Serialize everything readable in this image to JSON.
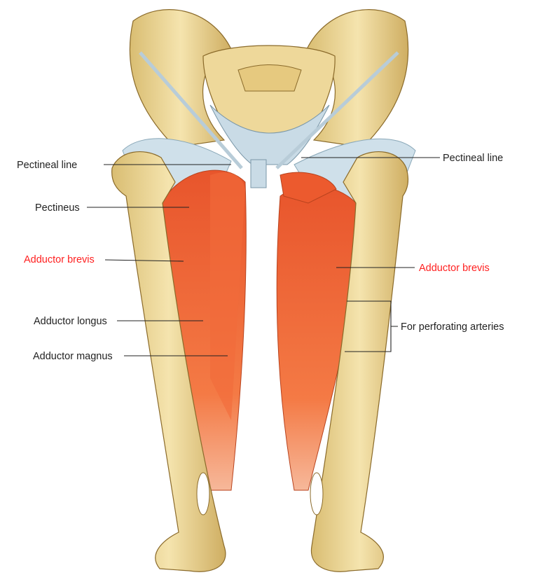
{
  "colors": {
    "bone": "#f0dc9c",
    "bone_shade": "#c9a85a",
    "muscle": "#f26a3a",
    "ligament": "#c9dbe6",
    "highlight_label": "#ff1f1f",
    "label": "#222222"
  },
  "labels": {
    "pectineal_line_left": "Pectineal line",
    "pectineus": "Pectineus",
    "adductor_brevis_left": "Adductor brevis",
    "adductor_longus": "Adductor longus",
    "adductor_magnus": "Adductor magnus",
    "pectineal_line_right": "Pectineal line",
    "adductor_brevis_right": "Adductor brevis",
    "perforating_arteries": "For perforating arteries"
  }
}
